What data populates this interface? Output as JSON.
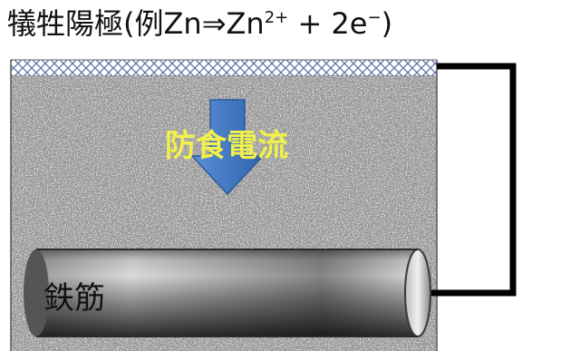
{
  "title": {
    "prefix": "犠牲陽極(例Zn⇒Zn",
    "superscript": "2+",
    "middle": " + 2e",
    "superscript_minus": "−",
    "suffix": ")"
  },
  "labels": {
    "current": "防食電流",
    "rebar": "鉄筋"
  },
  "colors": {
    "concrete": "#8a8a8a",
    "anode_hatch": "#5a6ea0",
    "arrow": "#3f78c2",
    "current_text": "#f2f04a",
    "wire": "#000000",
    "rebar_dark": "#3c3c3c",
    "rebar_light": "#e6e6e6"
  },
  "icons": {
    "arrow": "down-arrow-icon"
  }
}
